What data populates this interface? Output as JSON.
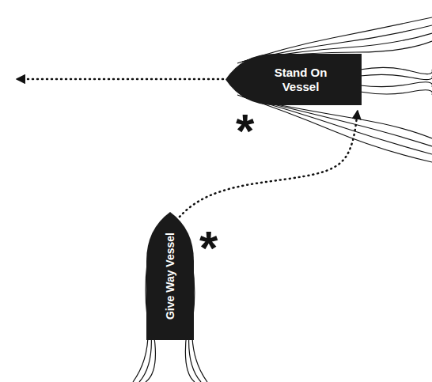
{
  "diagram": {
    "nodes": [
      {
        "text": [
          "Stand On Vessel"
        ]
      },
      {
        "text": [
          "Give Way Vessel"
        ]
      }
    ],
    "edges": [
      {
        "from": 1,
        "to": 0,
        "arrow": "to"
      }
    ],
    "labels": [
      "*",
      "*"
    ]
  }
}
